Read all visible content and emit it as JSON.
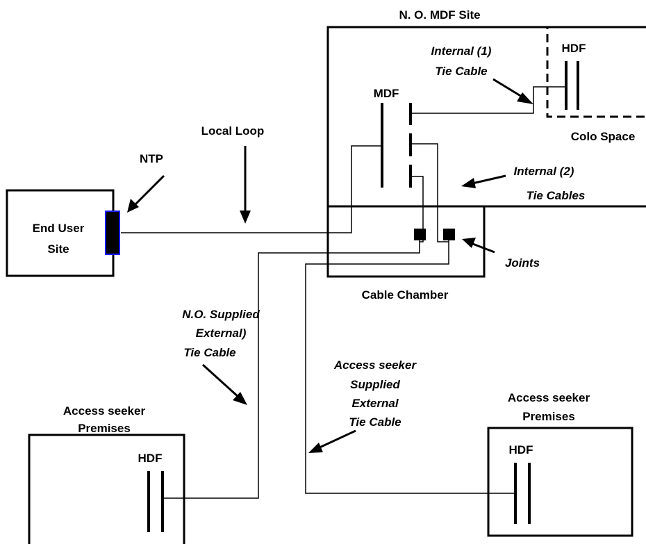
{
  "labels": {
    "mdf_site": "N. O. MDF Site",
    "hdf_colo": "HDF",
    "internal1_line1": "Internal (1)",
    "internal1_line2": "Tie Cable",
    "mdf": "MDF",
    "colo_space": "Colo Space",
    "local_loop": "Local Loop",
    "ntp": "NTP",
    "internal2_line1": "Internal (2)",
    "internal2_line2": "Tie Cables",
    "end_user_line1": "End User",
    "end_user_line2": "Site",
    "joints": "Joints",
    "cable_chamber": "Cable Chamber",
    "no_supplied_line1": "N.O. Supplied",
    "no_supplied_line2": "External)",
    "no_supplied_line3": "Tie Cable",
    "access_supplied_line1": "Access seeker",
    "access_supplied_line2": "Supplied",
    "access_supplied_line3": "External",
    "access_supplied_line4": "Tie Cable",
    "premises_left_line1": "Access seeker",
    "premises_left_line2": "Premises",
    "hdf_left": "HDF",
    "premises_right_line1": "Access seeker",
    "premises_right_line2": "Premises",
    "hdf_right": "HDF"
  },
  "colors": {
    "ntp_fill": "#000000",
    "ntp_border": "#1a1aff",
    "line": "#000000"
  }
}
